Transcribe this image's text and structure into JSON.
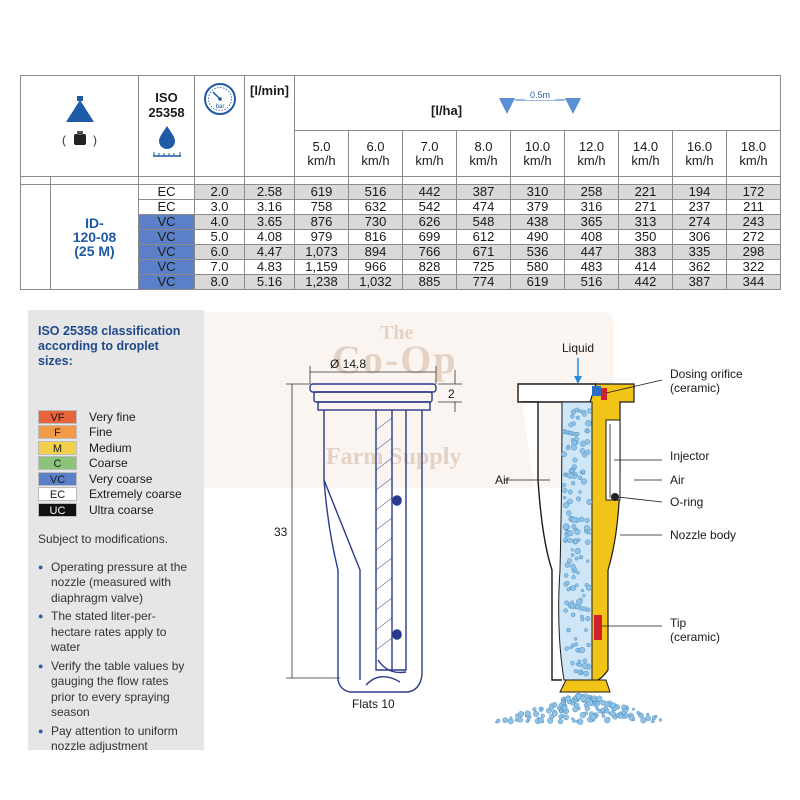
{
  "table": {
    "iso_title_line1": "ISO",
    "iso_title_line2": "25358",
    "pressure_unit": "bar",
    "flow_header": "[l/min]",
    "rate_header": "[l/ha]",
    "spacing_label": "0.5m",
    "speed_columns": [
      {
        "value": "5.0",
        "unit": "km/h"
      },
      {
        "value": "6.0",
        "unit": "km/h"
      },
      {
        "value": "7.0",
        "unit": "km/h"
      },
      {
        "value": "8.0",
        "unit": "km/h"
      },
      {
        "value": "10.0",
        "unit": "km/h"
      },
      {
        "value": "12.0",
        "unit": "km/h"
      },
      {
        "value": "14.0",
        "unit": "km/h"
      },
      {
        "value": "16.0",
        "unit": "km/h"
      },
      {
        "value": "18.0",
        "unit": "km/h"
      }
    ],
    "model_line1": "ID-",
    "model_line2": "120-08",
    "model_line3": "(25 M)",
    "rows": [
      {
        "cls": "EC",
        "bar": "2.0",
        "lmin": "2.58",
        "rates": [
          "619",
          "516",
          "442",
          "387",
          "310",
          "258",
          "221",
          "194",
          "172"
        ]
      },
      {
        "cls": "EC",
        "bar": "3.0",
        "lmin": "3.16",
        "rates": [
          "758",
          "632",
          "542",
          "474",
          "379",
          "316",
          "271",
          "237",
          "211"
        ]
      },
      {
        "cls": "VC",
        "bar": "4.0",
        "lmin": "3.65",
        "rates": [
          "876",
          "730",
          "626",
          "548",
          "438",
          "365",
          "313",
          "274",
          "243"
        ]
      },
      {
        "cls": "VC",
        "bar": "5.0",
        "lmin": "4.08",
        "rates": [
          "979",
          "816",
          "699",
          "612",
          "490",
          "408",
          "350",
          "306",
          "272"
        ]
      },
      {
        "cls": "VC",
        "bar": "6.0",
        "lmin": "4.47",
        "rates": [
          "1,073",
          "894",
          "766",
          "671",
          "536",
          "447",
          "383",
          "335",
          "298"
        ]
      },
      {
        "cls": "VC",
        "bar": "7.0",
        "lmin": "4.83",
        "rates": [
          "1,159",
          "966",
          "828",
          "725",
          "580",
          "483",
          "414",
          "362",
          "322"
        ]
      },
      {
        "cls": "VC",
        "bar": "8.0",
        "lmin": "5.16",
        "rates": [
          "1,238",
          "1,032",
          "885",
          "774",
          "619",
          "516",
          "442",
          "387",
          "344"
        ]
      }
    ]
  },
  "legend": {
    "title": "ISO 25358 classification according to droplet sizes:",
    "items": [
      {
        "code": "VF",
        "label": "Very fine",
        "bg": "#e8643c",
        "fg": "#1a1a1a"
      },
      {
        "code": "F",
        "label": "Fine",
        "bg": "#f09a4a",
        "fg": "#1a1a1a"
      },
      {
        "code": "M",
        "label": "Medium",
        "bg": "#f2d04a",
        "fg": "#1a1a1a"
      },
      {
        "code": "C",
        "label": "Coarse",
        "bg": "#8cc47a",
        "fg": "#1a1a1a"
      },
      {
        "code": "VC",
        "label": "Very coarse",
        "bg": "#5b80c7",
        "fg": "#1a1a1a"
      },
      {
        "code": "EC",
        "label": "Extremely coarse",
        "bg": "#ffffff",
        "fg": "#1a1a1a"
      },
      {
        "code": "UC",
        "label": "Ultra coarse",
        "bg": "#111111",
        "fg": "#ffffff"
      }
    ],
    "subject": "Subject to modifications.",
    "notes": [
      "Operating pressure at the nozzle (measured with diaphragm valve)",
      "The stated liter-per-hectare rates apply to water",
      "Verify the table values by gauging the flow rates prior to every spraying season",
      "Pay attention to uniform nozzle adjustment"
    ]
  },
  "watermark": {
    "line1": "The",
    "line2": "Co-Op",
    "line3": "Farm Supply"
  },
  "diagram": {
    "diameter": "Ø 14.8",
    "dim_top": "2",
    "dim_height": "33",
    "flats": "Flats 10",
    "label_liquid": "Liquid",
    "label_dosing": "Dosing orifice",
    "label_dosing2": "(ceramic)",
    "label_injector": "Injector",
    "label_air_right": "Air",
    "label_air_left": "Air",
    "label_oring": "O-ring",
    "label_body": "Nozzle body",
    "label_tip": "Tip",
    "label_tip2": "(ceramic)"
  },
  "colors": {
    "accent_blue": "#1f5aa6",
    "vc_blue": "#5b80c7",
    "nozzle_yellow": "#f2c418",
    "bubble_blue": "#8fc4e8"
  }
}
